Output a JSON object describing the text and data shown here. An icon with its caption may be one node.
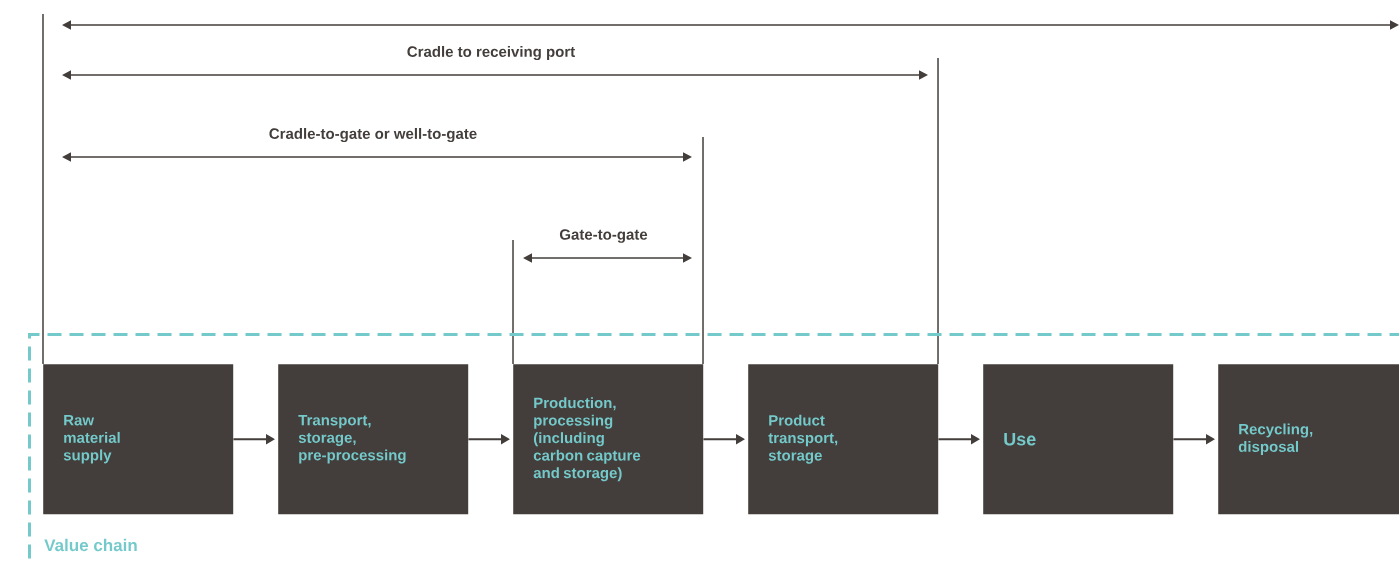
{
  "diagram": {
    "nodes": [
      {
        "text": [
          "Value chain"
        ]
      },
      {
        "text": [
          "Raw material supply"
        ],
        "in": 0
      },
      {
        "text": [
          "Transport, storage, pre-processing"
        ],
        "in": 0
      },
      {
        "text": [
          "Production, processing (including carbon capture and storage)"
        ],
        "in": 0
      },
      {
        "text": [
          "Product transport, storage"
        ],
        "in": 0
      },
      {
        "text": [
          "Use"
        ],
        "in": 0
      },
      {
        "text": [
          "Recycling, disposal"
        ],
        "in": 0
      }
    ],
    "edges": [
      {
        "from": 1,
        "to": 2,
        "arrow": "to"
      },
      {
        "from": 2,
        "to": 3,
        "arrow": "to"
      },
      {
        "from": 3,
        "to": 4,
        "arrow": "to"
      },
      {
        "from": 4,
        "to": 5,
        "arrow": "to"
      },
      {
        "from": 5,
        "to": 6,
        "arrow": "to"
      }
    ],
    "labels": [
      "Cradle to receiving port",
      "Cradle-to-gate or well-to-gate",
      "Gate-to-gate"
    ]
  }
}
